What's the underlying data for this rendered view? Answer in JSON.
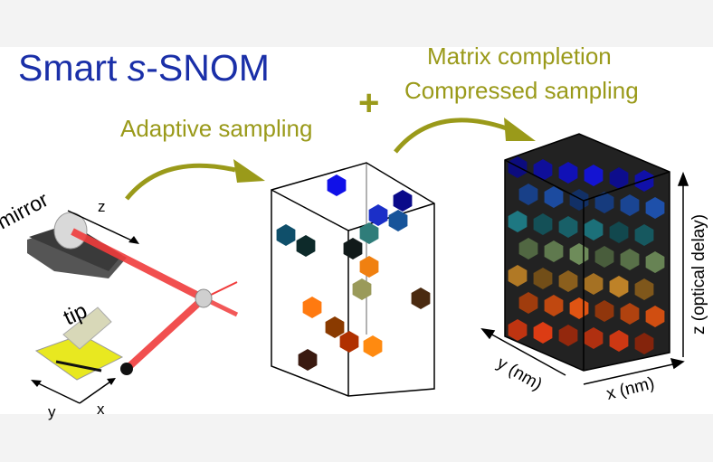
{
  "title": {
    "prefix": "Smart ",
    "italic": "s",
    "suffix": "-SNOM"
  },
  "labels": {
    "adaptive": "Adaptive sampling",
    "matrix": "Matrix completion",
    "compressed": "Compressed sampling",
    "plus": "+"
  },
  "setup": {
    "mirror": "mirror",
    "tip": "tip",
    "z": "z",
    "y": "y",
    "x": "x"
  },
  "cube_axes": {
    "z": "z (optical delay)",
    "y": "y (nm)",
    "x": "x (nm)"
  },
  "colors": {
    "title": "#1a2fa8",
    "accent": "#9a9a1a",
    "beam": "#f03c3c",
    "sparse_cubes": [
      "#1010e8",
      "#0a0a8a",
      "#1b2fc8",
      "#17549a",
      "#0f4f6a",
      "#0d2a2a",
      "#2f7d7a",
      "#111a1a",
      "#f08010",
      "#9a9a5a",
      "#4a2a10",
      "#ff7a10",
      "#8a3a00",
      "#b03000",
      "#3a1a10",
      "#ff8a10"
    ]
  }
}
